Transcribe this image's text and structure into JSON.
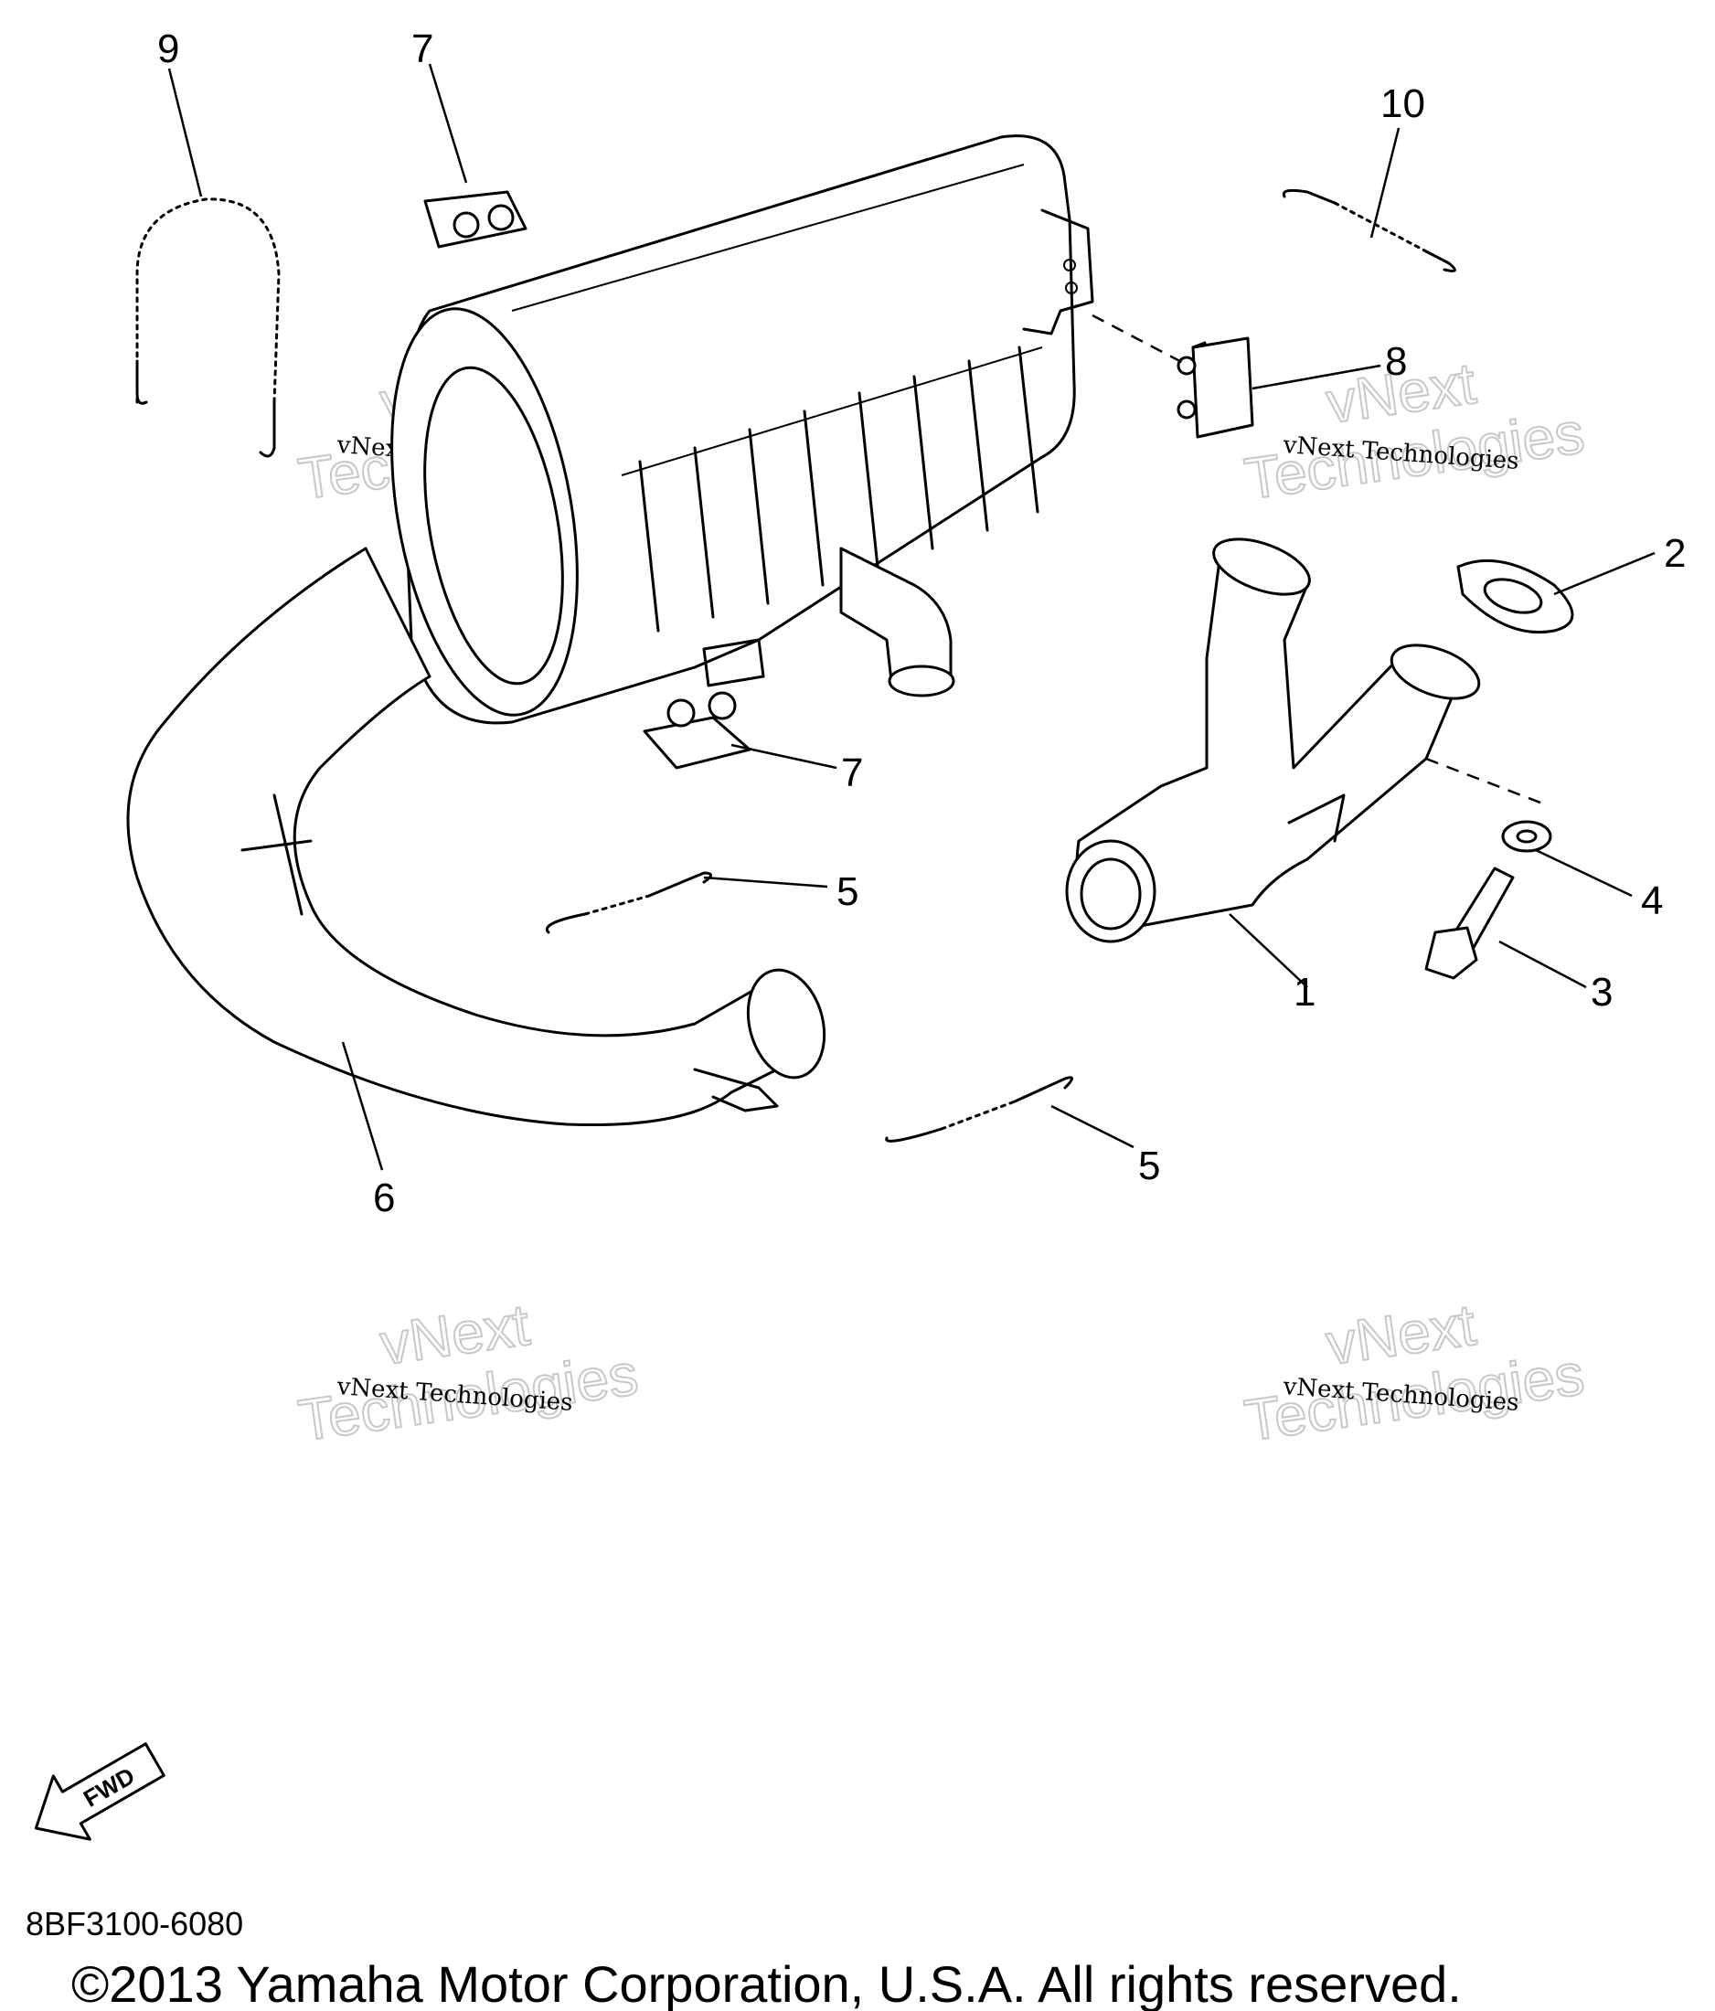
{
  "diagram": {
    "callouts": {
      "c1": "1",
      "c2": "2",
      "c3": "3",
      "c4": "4",
      "c5a": "5",
      "c5b": "5",
      "c6": "6",
      "c7a": "7",
      "c7b": "7",
      "c8": "8",
      "c9": "9",
      "c10": "10"
    },
    "watermark": {
      "line_small": "vNext Technologies",
      "line_big_1": "vNext",
      "line_big_2": "Technologies"
    },
    "fwd_label": "FWD",
    "diagram_code": "8BF3100-6080",
    "copyright": "©2013 Yamaha Motor Corporation, U.S.A. All rights reserved."
  }
}
